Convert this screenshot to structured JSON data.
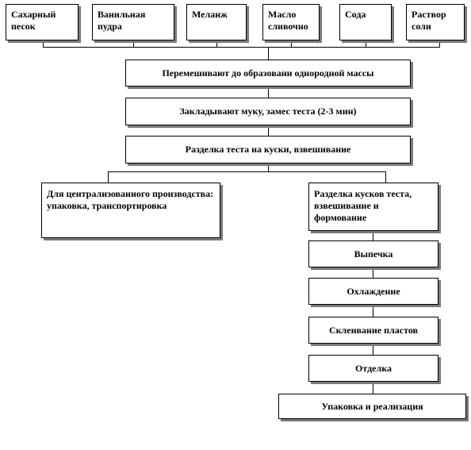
{
  "ingredients": [
    "Сахарный песок",
    "Ванильная пудра",
    "Меланж",
    "Масло сливочно",
    "Сода",
    "Раствор соли"
  ],
  "steps": {
    "mix": "Перемешивают до образовани однородной массы",
    "flour": "Закладывают муку, замес теста (2-3 мин)",
    "divide": "Разделка теста на куски, взвешивание"
  },
  "branch_left": "Для централизованного производства: упаковка, транспортировка",
  "branch_right": {
    "shaping": "Разделка кусков теста, взвешивание и формование",
    "baking": "Выпечка",
    "cooling": "Охлаждение",
    "gluing": "Склеивание пластов",
    "finishing": "Отделка",
    "packing": "Упаковка и реализация"
  }
}
